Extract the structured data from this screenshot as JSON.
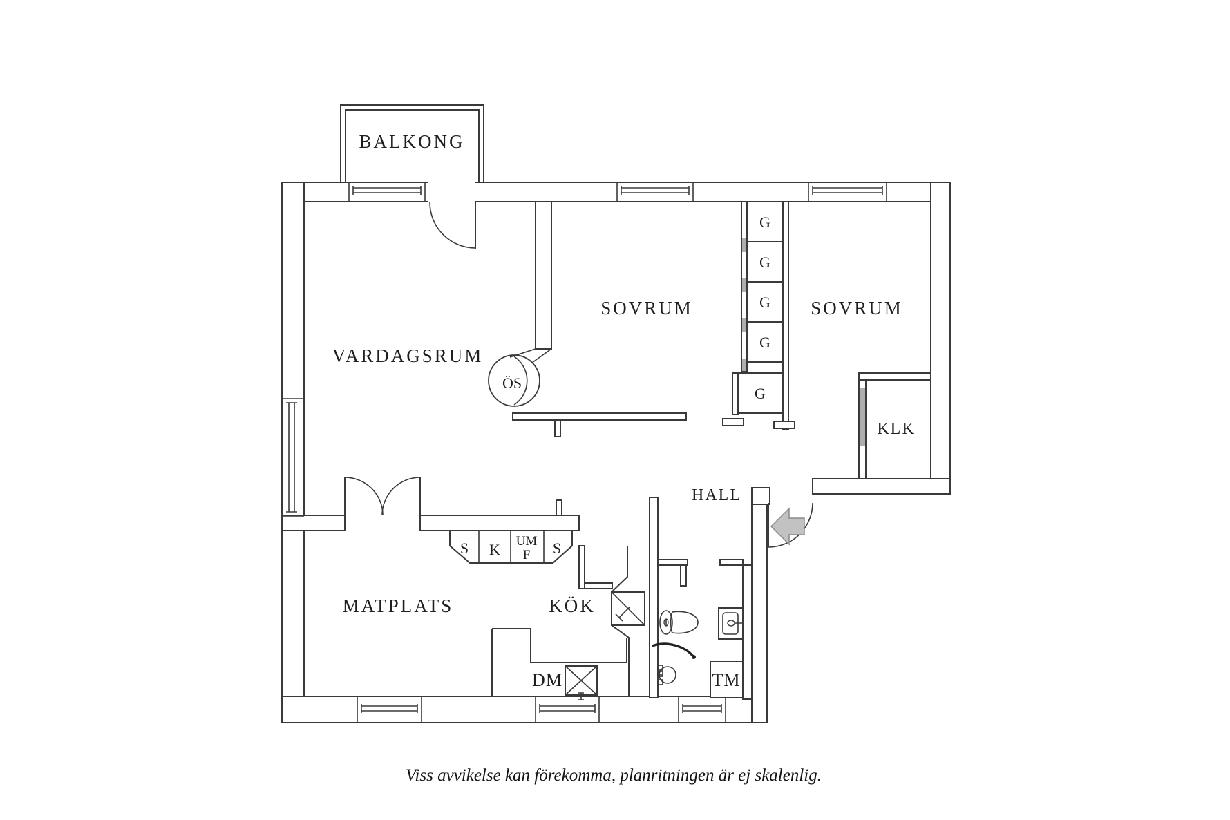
{
  "rooms": {
    "balkong": {
      "label": "BALKONG"
    },
    "vardagsrum": {
      "label": "VARDAGSRUM"
    },
    "sovrum1": {
      "label": "SOVRUM"
    },
    "sovrum2": {
      "label": "SOVRUM"
    },
    "klk": {
      "label": "KLK"
    },
    "hall": {
      "label": "HALL"
    },
    "matplats": {
      "label": "MATPLATS"
    },
    "kok": {
      "label": "KÖK"
    }
  },
  "closets": {
    "g": [
      "G",
      "G",
      "G",
      "G",
      "G"
    ]
  },
  "kitchen_units": {
    "s1": "S",
    "k": "K",
    "um": "UM",
    "f": "F",
    "s2": "S",
    "dm": "DM"
  },
  "fixtures": {
    "os": "ÖS",
    "tm": "TM"
  },
  "caption": "Viss avvikelse kan förekomma, planritningen är ej skalenlig.",
  "colors": {
    "line": "#3a3a3a",
    "text": "#1f1f1f",
    "entry_arrow": "#c2c2c2",
    "sliding_door": "#aeaeae"
  }
}
